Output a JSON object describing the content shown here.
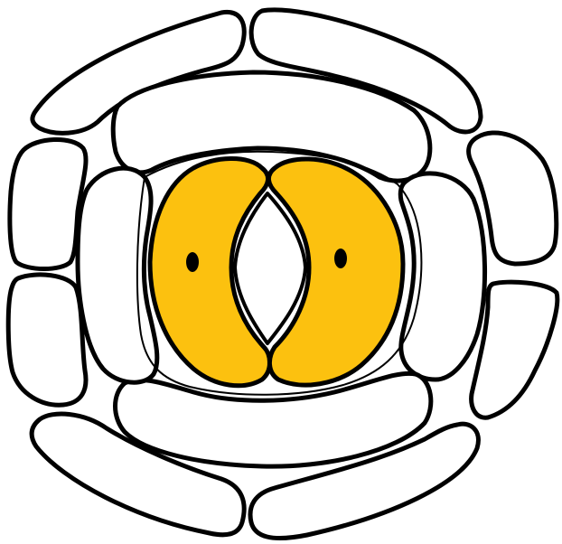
{
  "figure": {
    "subject": "stoma-with-guard-cells-and-surrounding-epidermal-cells",
    "colors": {
      "guard_cell_fill": "#fcc10f",
      "outline": "#000000",
      "cell_fill": "#ffffff",
      "nucleus": "#000000"
    },
    "components": {
      "guard_cells": 2,
      "nuclei": 2,
      "subsidiary_cells": 4,
      "outer_epidermal_cells": 8
    }
  }
}
